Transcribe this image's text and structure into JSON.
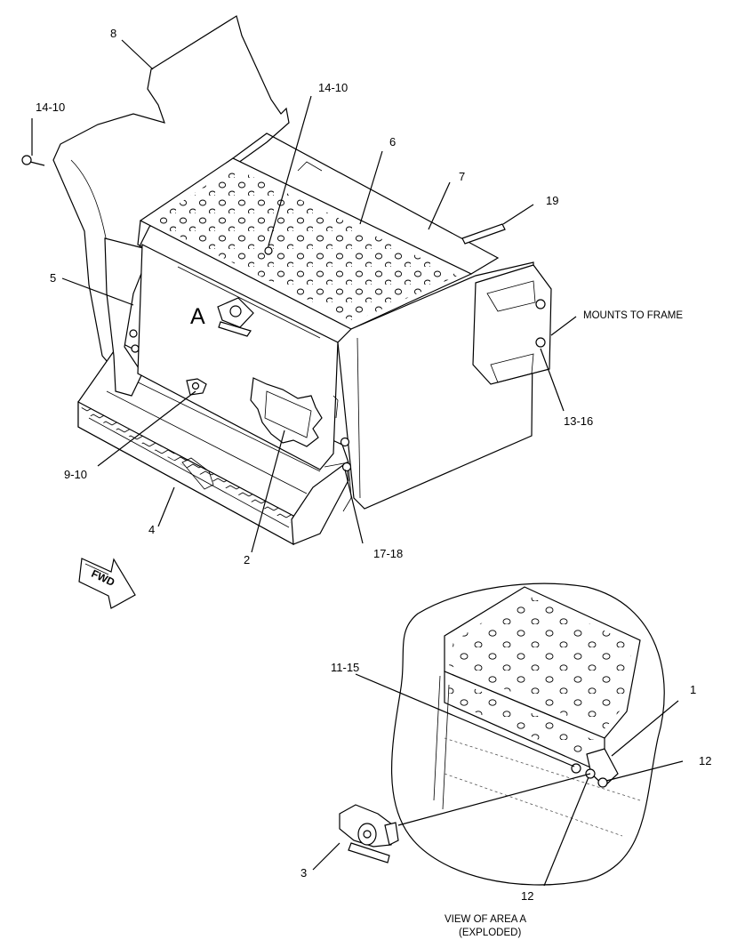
{
  "callouts": {
    "c_14_10_left": "14-10",
    "c_8": "8",
    "c_14_10_top": "14-10",
    "c_6": "6",
    "c_7": "7",
    "c_19": "19",
    "c_mounts": "MOUNTS TO FRAME",
    "c_5": "5",
    "c_a": "A",
    "c_13_16": "13-16",
    "c_9_10": "9-10",
    "c_4": "4",
    "c_2": "2",
    "c_17_18": "17-18",
    "c_11_15": "11-15",
    "c_1": "1",
    "c_12_right": "12",
    "c_12_bottom": "12",
    "c_3": "3"
  },
  "fwd_label": "FWD",
  "caption": {
    "line1": "VIEW OF AREA  A",
    "line2": "(EXPLODED)"
  }
}
